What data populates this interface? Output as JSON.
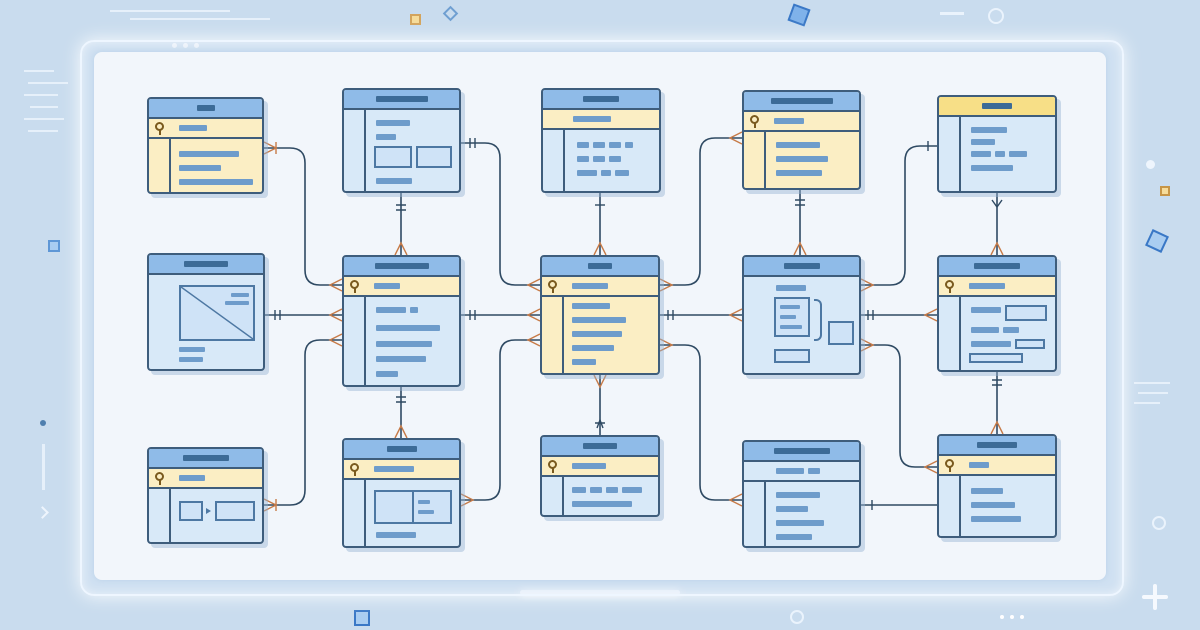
{
  "colors": {
    "background": "#c9dcee",
    "canvas": "#f2f6fb",
    "entity_blue": "#d8e9f8",
    "entity_yellow": "#fbeec4",
    "header_blue": "#8fbbe8",
    "header_gold": "#f7df87",
    "outline": "#3e5d7c",
    "link_dark": "#2f4a63",
    "link_orange": "#c77b48",
    "placeholder_bar": "#6e9ccb"
  },
  "diagram": {
    "type": "entity-relationship",
    "entity_count": 15,
    "relationship_count": 20,
    "text": []
  }
}
